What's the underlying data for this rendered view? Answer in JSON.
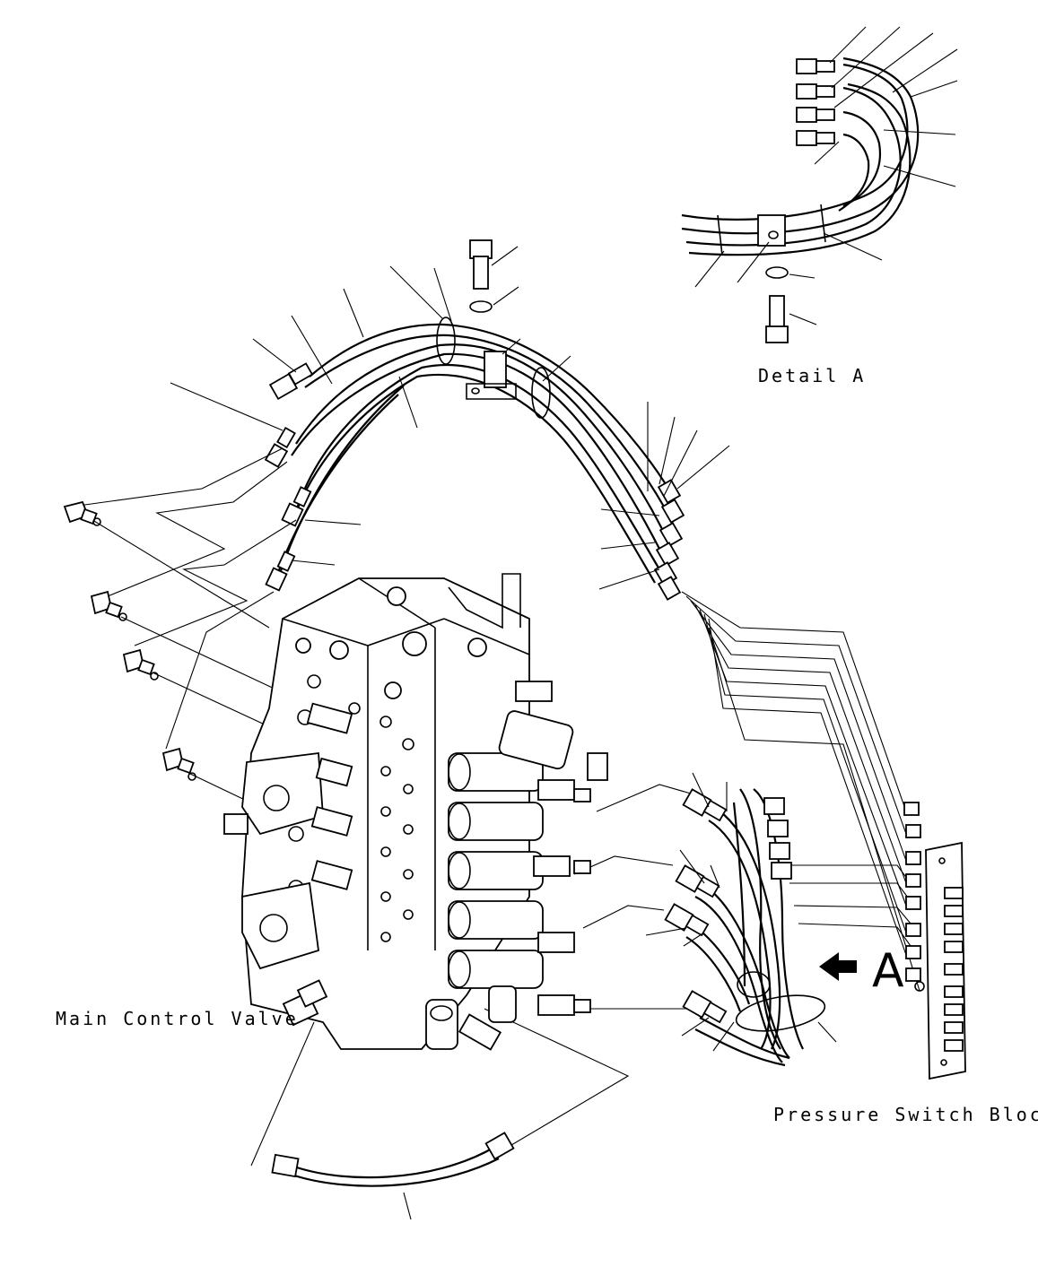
{
  "labels": {
    "detail": "Detail A",
    "main_valve": "Main Control Valve",
    "pressure_block": "Pressure Switch Block",
    "view_letter": "A"
  },
  "colors": {
    "ink": "#000000",
    "paper": "#ffffff"
  }
}
